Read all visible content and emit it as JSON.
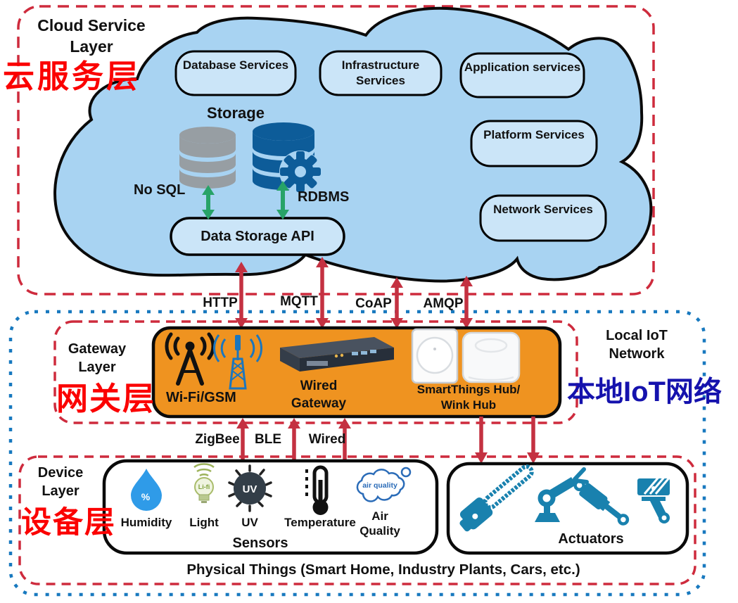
{
  "colors": {
    "cloud_fill": "#A8D3F2",
    "pill_fill": "#CBE5F8",
    "orange_box": "#EF9320",
    "red_dashed_border": "#CE2B3D",
    "blue_dotted_border": "#1879BF",
    "red_arrow": "#C43141",
    "green_arrow": "#27A368",
    "red_cn_text": "#FB0000",
    "blue_cn_text": "#1512AD",
    "actuator_icon": "#1981AE",
    "nosql_db": "#979EA3",
    "rdbms_db": "#0D5C99"
  },
  "cloud_layer": {
    "title": "Cloud Service Layer",
    "title_zh": "云服务层",
    "services": [
      "Database Services",
      "Infrastructure Services",
      "Application services",
      "Platform Services",
      "Network Services"
    ],
    "storage": {
      "label": "Storage",
      "nosql_label": "No SQL",
      "rdbms_label": "RDBMS",
      "api_label": "Data Storage API"
    }
  },
  "protocols_cloud_gateway": [
    "HTTP",
    "MQTT",
    "CoAP",
    "AMQP"
  ],
  "gateway_layer": {
    "title": "Gateway Layer",
    "title_zh": "网关层",
    "wifi_label": "Wi-Fi/GSM",
    "wired_label": "Wired Gateway",
    "hub_label": "SmartThings Hub/ Wink Hub"
  },
  "local_network": {
    "title": "Local IoT Network",
    "title_zh": "本地IoT网络"
  },
  "protocols_gateway_device": [
    "ZigBee",
    "BLE",
    "Wired"
  ],
  "device_layer": {
    "title": "Device Layer",
    "title_zh": "设备层",
    "sensors": {
      "labels": [
        "Humidity",
        "Light",
        "UV",
        "Temperature",
        "Air Quality"
      ],
      "group_label": "Sensors",
      "humidity_badge": "%",
      "light_badge": "Li-fi",
      "uv_badge": "UV",
      "air_badge": "air quality"
    },
    "actuators_label": "Actuators",
    "caption": "Physical Things (Smart Home, Industry Plants, Cars, etc.)"
  }
}
